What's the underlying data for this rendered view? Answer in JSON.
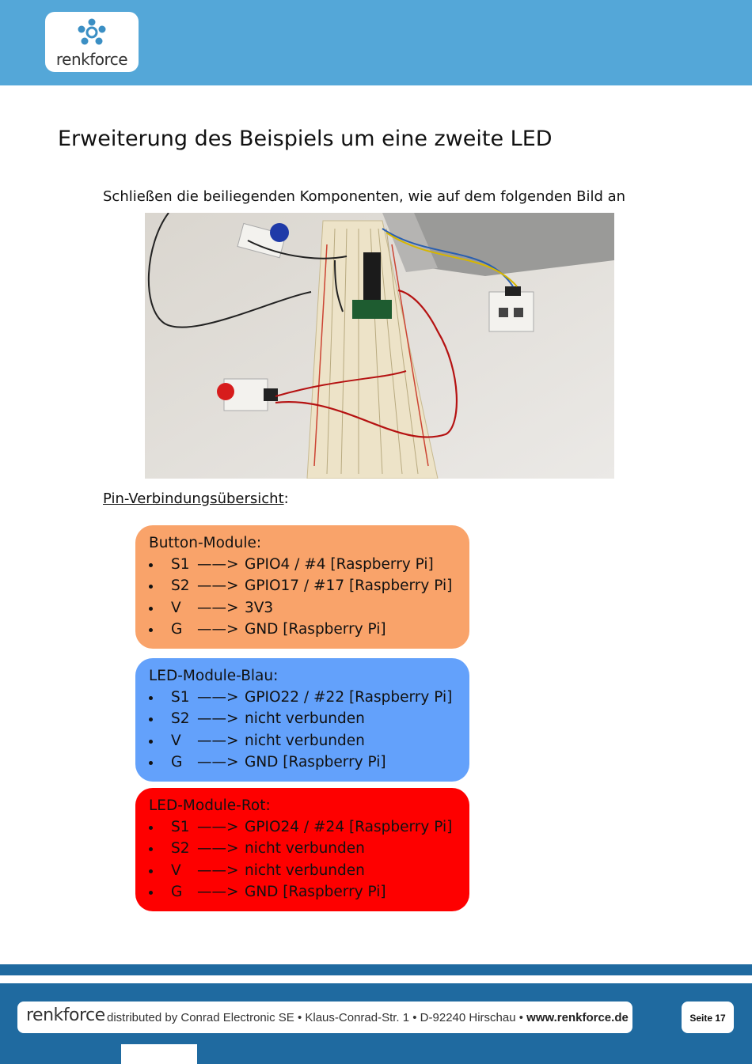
{
  "header": {
    "brand": "renkforce",
    "colors": {
      "header_bg": "#54a7d8",
      "footer_bg": "#1f6aa0"
    }
  },
  "main": {
    "title": "Erweiterung des Beispiels um eine zweite LED",
    "instruction": "Schließen die beiliegenden Komponenten, wie auf dem folgenden Bild an",
    "section_label": "Pin-Verbindungsübersicht",
    "section_label_suffix": ":",
    "modules": [
      {
        "title": "Button-Module:",
        "color": "#f9a36a",
        "pins": [
          {
            "pin": "S1",
            "arrow": "——>",
            "target": "GPIO4 / #4 [Raspberry Pi]"
          },
          {
            "pin": "S2",
            "arrow": "——>",
            "target": "GPIO17 / #17 [Raspberry Pi]"
          },
          {
            "pin": "V",
            "arrow": "——>",
            "target": "3V3"
          },
          {
            "pin": "G",
            "arrow": "——>",
            "target": "GND [Raspberry Pi]"
          }
        ]
      },
      {
        "title": "LED-Module-Blau:",
        "color": "#63a1fb",
        "pins": [
          {
            "pin": "S1",
            "arrow": "——>",
            "target": "GPIO22 / #22 [Raspberry Pi]"
          },
          {
            "pin": "S2",
            "arrow": "——>",
            "target": "nicht verbunden"
          },
          {
            "pin": "V",
            "arrow": "——>",
            "target": "nicht verbunden"
          },
          {
            "pin": "G",
            "arrow": "——>",
            "target": "GND [Raspberry Pi]"
          }
        ]
      },
      {
        "title": "LED-Module-Rot:",
        "color": "#fe0000",
        "pins": [
          {
            "pin": "S1",
            "arrow": "——>",
            "target": "GPIO24 / #24 [Raspberry Pi]"
          },
          {
            "pin": "S2",
            "arrow": "——>",
            "target": "nicht verbunden"
          },
          {
            "pin": "V",
            "arrow": "——>",
            "target": "nicht verbunden"
          },
          {
            "pin": "G",
            "arrow": "——>",
            "target": "GND [Raspberry Pi]"
          }
        ]
      }
    ]
  },
  "footer": {
    "brand": "renkforce",
    "distributor": "distributed by Conrad Electronic SE • Klaus-Conrad-Str. 1 • D-92240 Hirschau •",
    "website": "www.renkforce.de",
    "page": "Seite 17"
  }
}
